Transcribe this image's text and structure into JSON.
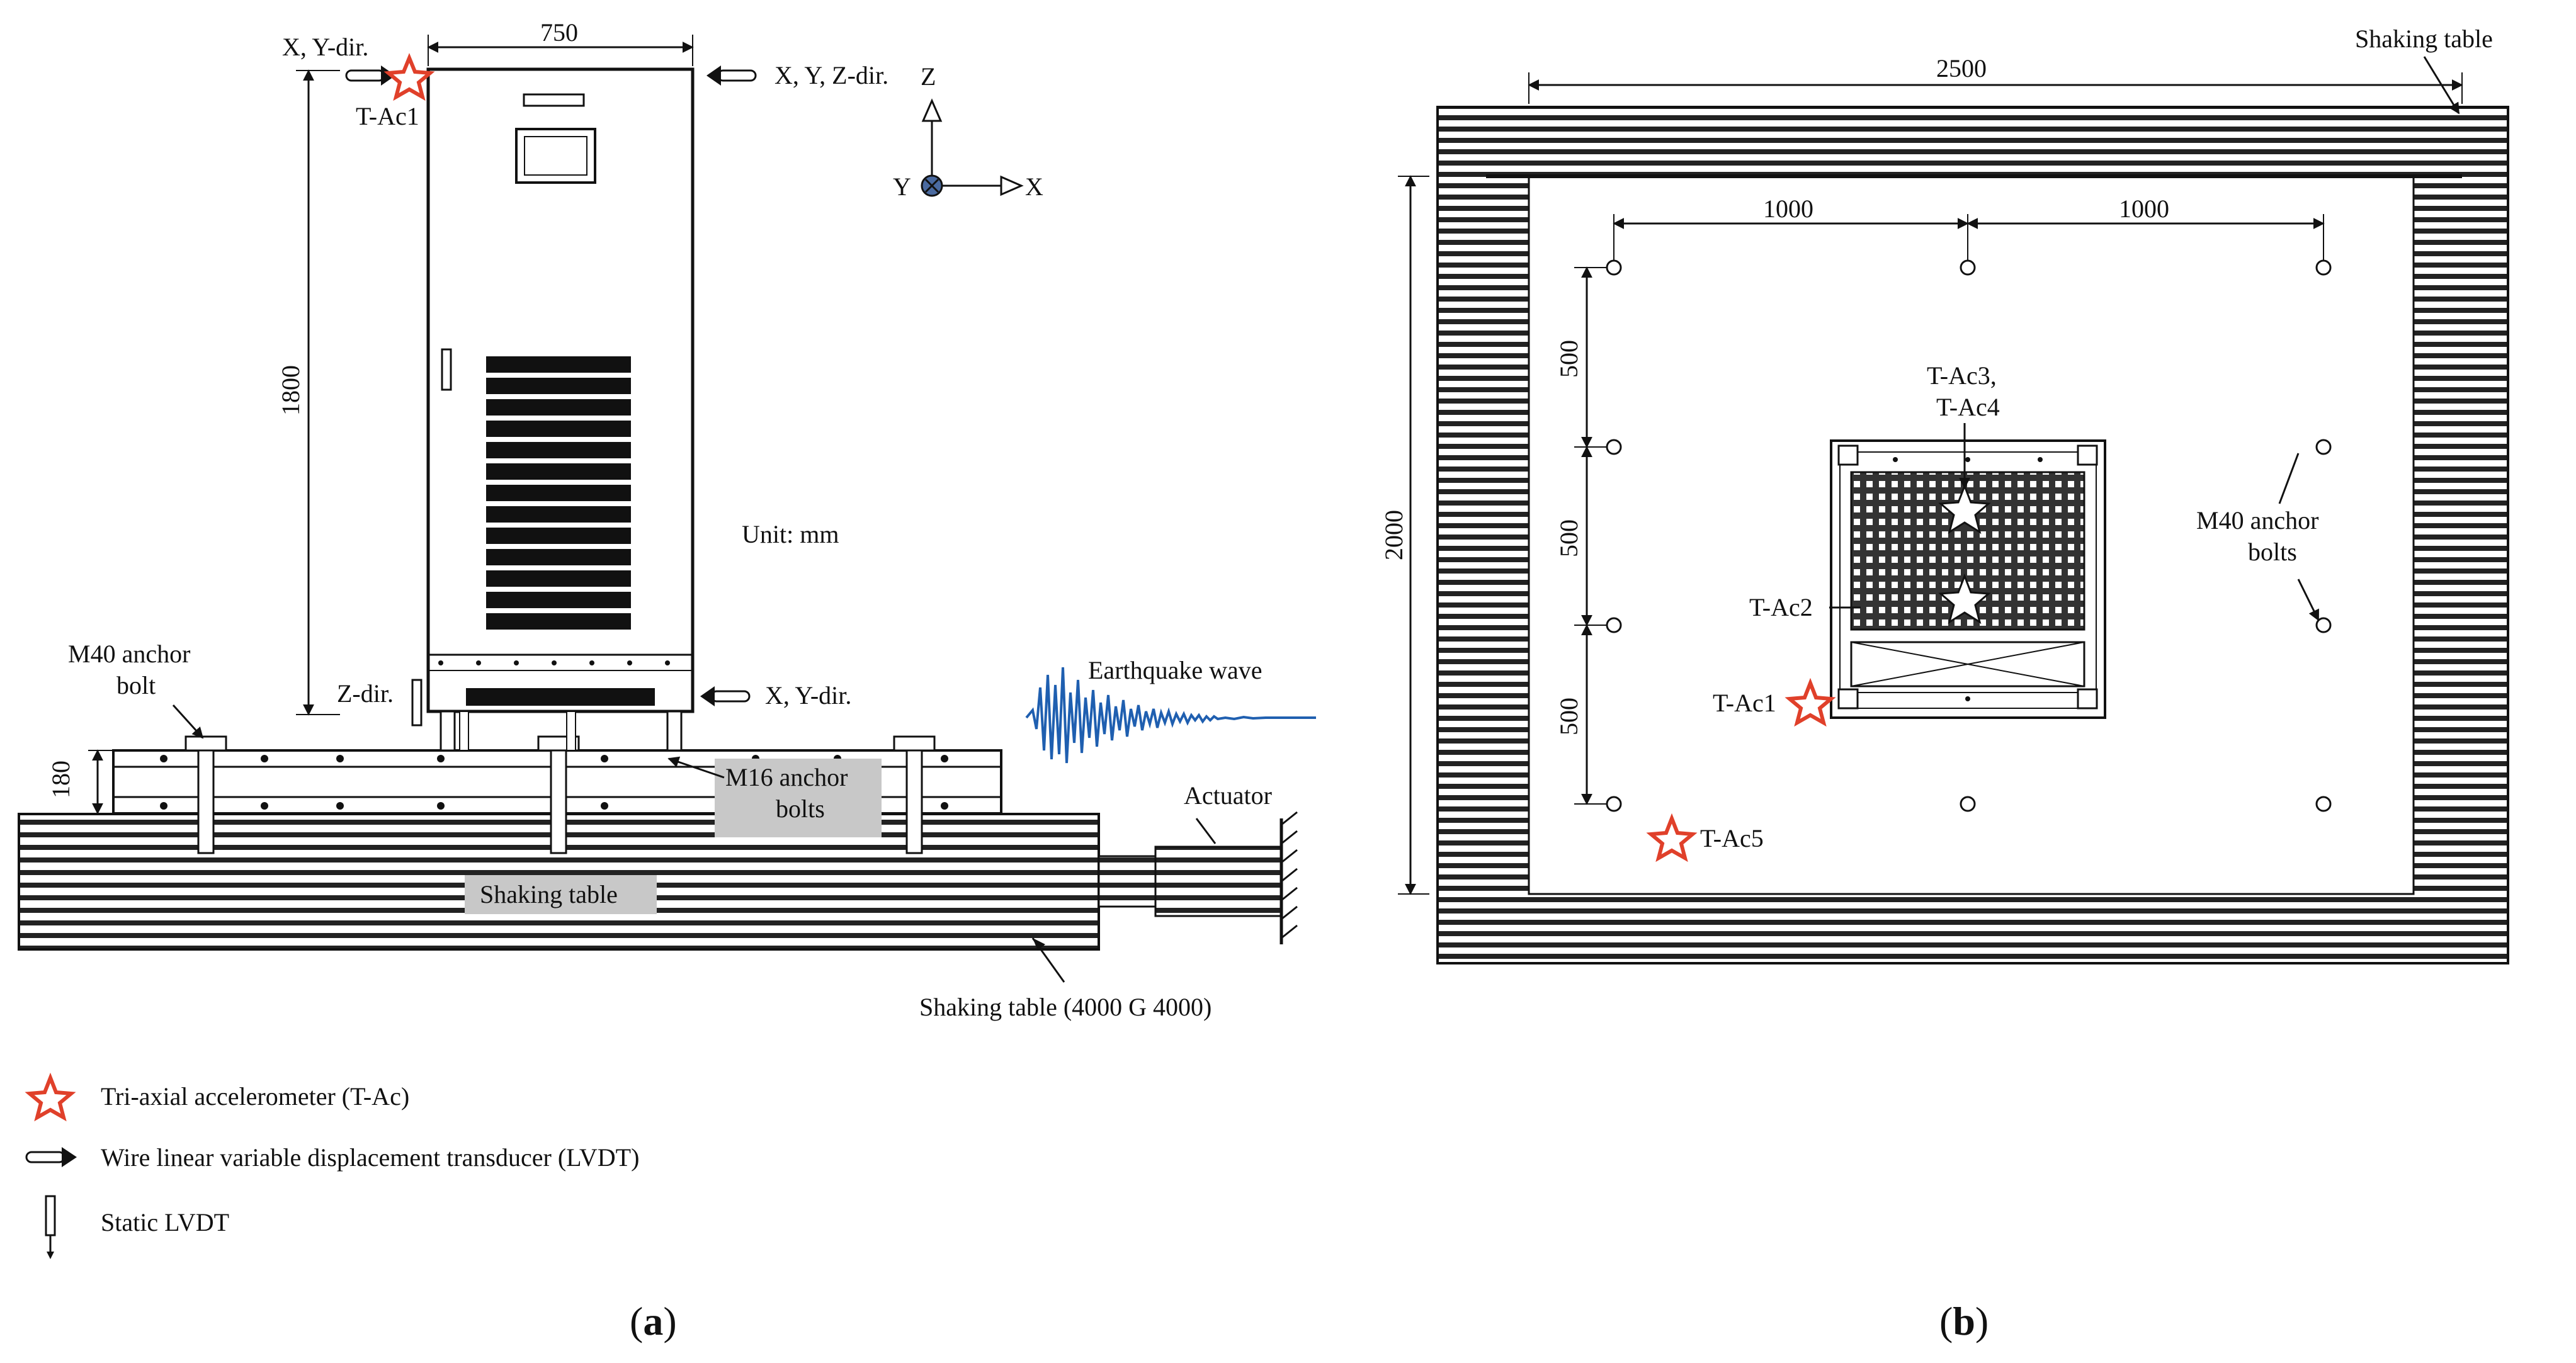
{
  "colors": {
    "accelerometer": "#e0402a",
    "wave": "#1f5fb0",
    "line": "#111111",
    "label_box": "#c8c8c8"
  },
  "panel_a": {
    "caption": "a",
    "dim_width": "750",
    "dim_height": "1800",
    "dim_base": "180",
    "label_xy_top_left": "X, Y-dir.",
    "label_xyz_top_right": "X, Y, Z-dir.",
    "label_tac1": "T-Ac1",
    "label_z_dir": "Z-dir.",
    "label_xy_bottom": "X, Y-dir.",
    "axis_z": "Z",
    "axis_y": "Y",
    "axis_x": "X",
    "unit": "Unit: mm",
    "m40_line1": "M40 anchor",
    "m40_line2": "bolt",
    "m16_line1": "M16 anchor",
    "m16_line2": "bolts",
    "shaking_table": "Shaking table",
    "earthquake_wave": "Earthquake wave",
    "actuator": "Actuator",
    "shaking_table_size": "Shaking table (4000 G 4000)"
  },
  "panel_b": {
    "caption": "b",
    "shaking_table": "Shaking table",
    "dim_2500": "2500",
    "dim_2000": "2000",
    "dim_1000_left": "1000",
    "dim_1000_right": "1000",
    "dim_500_top": "500",
    "dim_500_mid": "500",
    "dim_500_bottom": "500",
    "tac34_line1": "T-Ac3,",
    "tac34_line2": "T-Ac4",
    "tac2": "T-Ac2",
    "tac1": "T-Ac1",
    "tac5": "T-Ac5",
    "m40_line1": "M40 anchor",
    "m40_line2": "bolts"
  },
  "legend": {
    "accelerometer": "Tri-axial accelerometer (T-Ac)",
    "wire_lvdt": "Wire linear variable displacement transducer (LVDT)",
    "static_lvdt": "Static LVDT",
    "icons": [
      "star-icon",
      "arrow-icon",
      "static-lvdt-icon"
    ]
  }
}
